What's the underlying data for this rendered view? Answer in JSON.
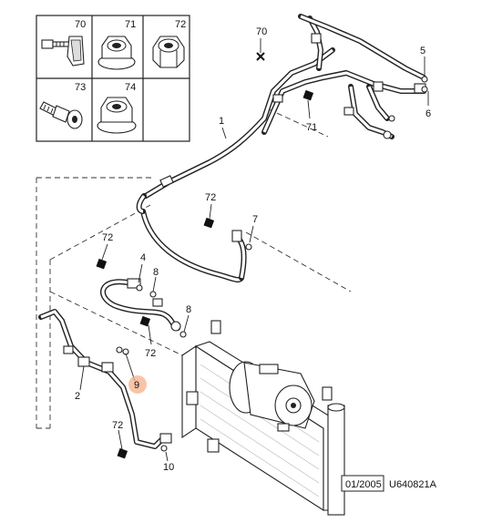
{
  "parts_table": [
    {
      "ref": "70",
      "icon": "bolt-with-clip-icon"
    },
    {
      "ref": "71",
      "icon": "flange-nut-icon"
    },
    {
      "ref": "72",
      "icon": "hex-nut-icon"
    },
    {
      "ref": "73",
      "icon": "bolt-with-washer-icon"
    },
    {
      "ref": "74",
      "icon": "flange-nut-large-icon"
    }
  ],
  "callouts": {
    "c1": "1",
    "c2": "2",
    "c4": "4",
    "c5": "5",
    "c6": "6",
    "c7": "7",
    "c8a": "8",
    "c8b": "8",
    "c9": "9",
    "c10": "10",
    "c70": "70",
    "c71": "71",
    "c72a": "72",
    "c72b": "72",
    "c72c": "72",
    "c72d": "72"
  },
  "highlight": {
    "ref": "9",
    "color": "#f5b08a"
  },
  "footer": {
    "date": "01/2005",
    "code": "U640821A"
  }
}
